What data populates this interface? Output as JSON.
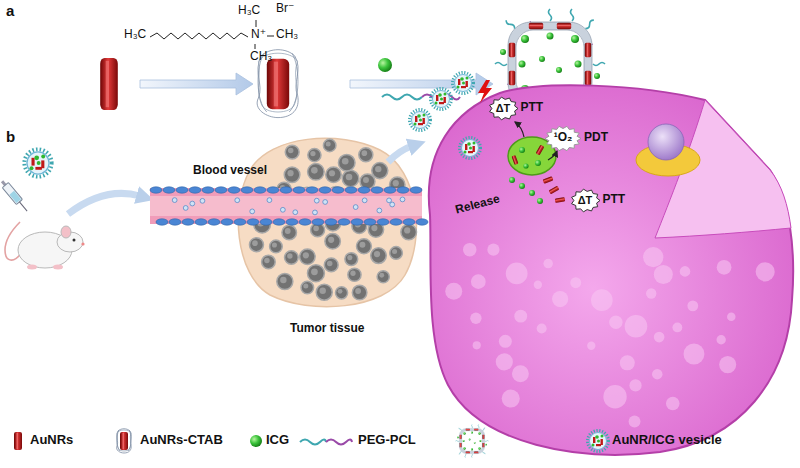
{
  "diagram": {
    "nodes": [
      {
        "text": [
          "ΔT",
          "PTT"
        ]
      },
      {
        "text": [
          "¹O₂",
          "PDT"
        ]
      },
      {
        "text": [
          "ΔT",
          "PTT"
        ]
      }
    ],
    "labels": [
      "a",
      "H₃C",
      "Br⁻",
      "H₃C",
      "N⁺",
      "CH₃",
      "CH₃",
      "b",
      "Blood vessel",
      "Tumor tissue",
      "Release"
    ],
    "legend": [
      {
        "text": "AuNRs"
      },
      {
        "text": "AuNRs-CTAB"
      },
      {
        "text": "ICG"
      },
      {
        "text": "PEG-PCL"
      },
      {
        "text": "AuNR/ICG vesicle"
      }
    ]
  }
}
